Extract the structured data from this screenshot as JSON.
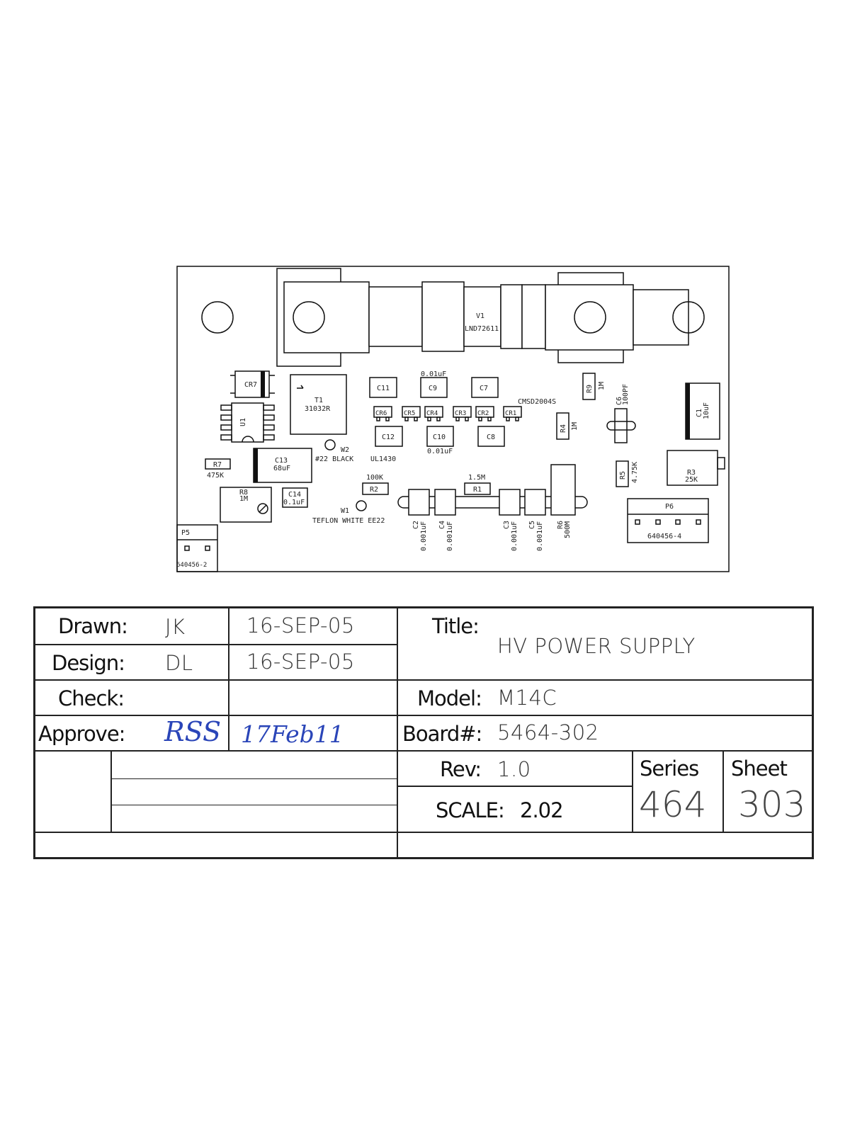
{
  "board_labels": {
    "v1_ref": "V1",
    "v1_part": "LND72611",
    "cr7": "CR7",
    "u1": "U1",
    "t1_ref": "T1",
    "t1_part": "31032R",
    "c11": "C11",
    "c9_value": "0.01uF",
    "c9": "C9",
    "c7": "C7",
    "cmsd": "CMSD2004S",
    "cr6": "CR6",
    "cr5": "CR5",
    "cr4": "CR4",
    "cr3": "CR3",
    "cr2": "CR2",
    "cr1": "CR1",
    "c12": "C12",
    "c10": "C10",
    "c10_value": "0.01uF",
    "c8": "C8",
    "r9": "R9",
    "r9_value": "1M",
    "c6": "C6",
    "c6_value": "100PF",
    "r4": "R4",
    "r4_value": "1M",
    "c1": "C1",
    "c1_value": "10uF",
    "w2_ref": "W2",
    "w2_desc": "#22 BLACK",
    "ul": "UL1430",
    "r7": "R7",
    "r7_value": "475K",
    "c13": "C13",
    "c13_value": "68uF",
    "r8": "R8",
    "r8_value": "1M",
    "c14": "C14",
    "c14_value": "0.1uF",
    "r2_value": "100K",
    "r2": "R2",
    "r1_value": "1.5M",
    "r1": "R1",
    "r5": "R5",
    "r5_value": "4.75K",
    "r3": "R3",
    "r3_value": "25K",
    "p6": "P6",
    "p6_part": "640456-4",
    "w1_ref": "W1",
    "w1_desc": "TEFLON WHITE EE22",
    "c2": "C2",
    "c2_value": "0.001uF",
    "c4": "C4",
    "c4_value": "0.001uF",
    "c3": "C3",
    "c3_value": "0.001uF",
    "c5": "C5",
    "c5_value": "0.001uF",
    "r6": "R6",
    "r6_value": "500M",
    "p5": "P5",
    "p5_part": "640456-2"
  },
  "title_block": {
    "drawn_label": "Drawn:",
    "drawn_by": "JK",
    "drawn_date": "16-SEP-05",
    "design_label": "Design:",
    "design_by": "DL",
    "design_date": "16-SEP-05",
    "check_label": "Check:",
    "approve_label": "Approve:",
    "approve_sig": "RSS",
    "approve_date": "17Feb11",
    "title_label": "Title:",
    "title_value": "HV POWER SUPPLY",
    "model_label": "Model:",
    "model_value": "M14C",
    "board_label": "Board#:",
    "board_value": "5464-302",
    "rev_label": "Rev:",
    "rev_value": "1.0",
    "scale_label": "SCALE:",
    "scale_value": "2.02",
    "series_label": "Series",
    "series_value": "464",
    "sheet_label": "Sheet",
    "sheet_value": "303"
  }
}
